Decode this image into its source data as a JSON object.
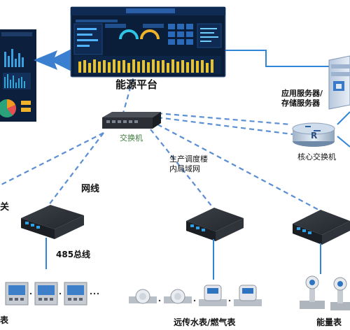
{
  "labels": {
    "energy_platform": "能源平台",
    "app_server": "应用服务器/",
    "storage_server": "存储服务器",
    "switch": "交换机",
    "core_switch": "核心交换机",
    "dispatch_building": "生产调度楼",
    "lan": "内局域网",
    "network_cable": "网线",
    "bus_485": "485总线",
    "left_fragment": "关",
    "meter_left": "表",
    "remote_meter": "远传水表/燃气表",
    "energy_meter": "能量表"
  },
  "colors": {
    "dashed_link": "#5b8fd4",
    "solid_link": "#2f86d8",
    "arrow_blue": "#3b7fd0",
    "screen_bg": "#0a1e3a",
    "bar_yellow": "#e8c12c"
  },
  "icons": {
    "platform": "monitor-icon",
    "server": "server-rack-icon",
    "router": "router-icon",
    "switch": "network-switch-icon",
    "gateway": "gateway-device-icon",
    "power_meter": "power-meter-icon",
    "water_meter": "water-meter-icon",
    "energy_meter": "flow-meter-icon"
  }
}
